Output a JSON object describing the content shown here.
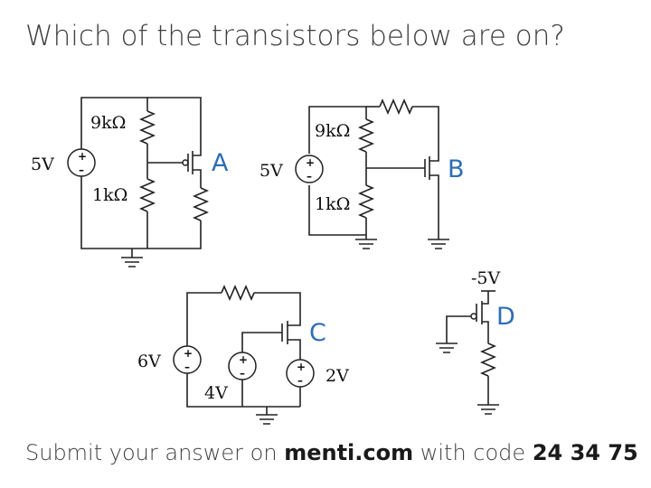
{
  "question": "Which of the transistors below are on?",
  "footer": {
    "prefix": "Submit your answer on ",
    "site": "menti.com",
    "middle": " with code ",
    "code": "24 34 75"
  },
  "colors": {
    "label_blue": "#2e6db4",
    "text": "#404040",
    "wire": "#222222"
  },
  "circuits": {
    "A": {
      "label": "A",
      "source": "5V",
      "r_top": "9kΩ",
      "r_bottom": "1kΩ"
    },
    "B": {
      "label": "B",
      "source": "5V",
      "r_top": "9kΩ",
      "r_bottom": "1kΩ"
    },
    "C": {
      "label": "C",
      "source_left": "6V",
      "source_mid": "4V",
      "source_right": "2V"
    },
    "D": {
      "label": "D",
      "supply": "-5V"
    }
  }
}
